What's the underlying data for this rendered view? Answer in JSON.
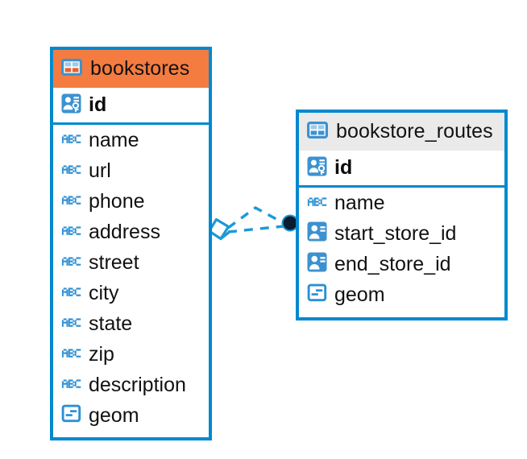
{
  "diagram": {
    "type": "entity-relationship-diagram",
    "background": "#FFFFFF",
    "colors": {
      "border": "#0089CF",
      "accent_header": "#F47C40",
      "neutral_header": "#EAEAEA",
      "icon_blue": "#3C92D0",
      "text": "#111111",
      "link": "#1B9AD6",
      "endpoint_dot": "#0D1B2E"
    }
  },
  "entities": [
    {
      "name": "bookstores",
      "header_style": "accent",
      "header_icon": "table-icon",
      "primary_key": {
        "label": "id",
        "icon": "primary-key-icon"
      },
      "fields": [
        {
          "label": "name",
          "icon": "text-abc-icon"
        },
        {
          "label": "url",
          "icon": "text-abc-icon"
        },
        {
          "label": "phone",
          "icon": "text-abc-icon"
        },
        {
          "label": "address",
          "icon": "text-abc-icon"
        },
        {
          "label": "street",
          "icon": "text-abc-icon"
        },
        {
          "label": "city",
          "icon": "text-abc-icon"
        },
        {
          "label": "state",
          "icon": "text-abc-icon"
        },
        {
          "label": "zip",
          "icon": "text-abc-icon"
        },
        {
          "label": "description",
          "icon": "text-abc-icon"
        },
        {
          "label": "geom",
          "icon": "geometry-icon"
        }
      ]
    },
    {
      "name": "bookstore_routes",
      "header_style": "neutral",
      "header_icon": "table-icon",
      "primary_key": {
        "label": "id",
        "icon": "primary-key-icon"
      },
      "fields": [
        {
          "label": "name",
          "icon": "text-abc-icon"
        },
        {
          "label": "start_store_id",
          "icon": "foreign-key-icon"
        },
        {
          "label": "end_store_id",
          "icon": "foreign-key-icon"
        },
        {
          "label": "geom",
          "icon": "geometry-icon"
        }
      ]
    }
  ],
  "relationship": {
    "from_entity": "bookstores",
    "to_entity": "bookstore_routes",
    "from_marker": "diamond-open",
    "to_marker": "filled-circle",
    "line_style": "dashed",
    "branches": 2
  }
}
